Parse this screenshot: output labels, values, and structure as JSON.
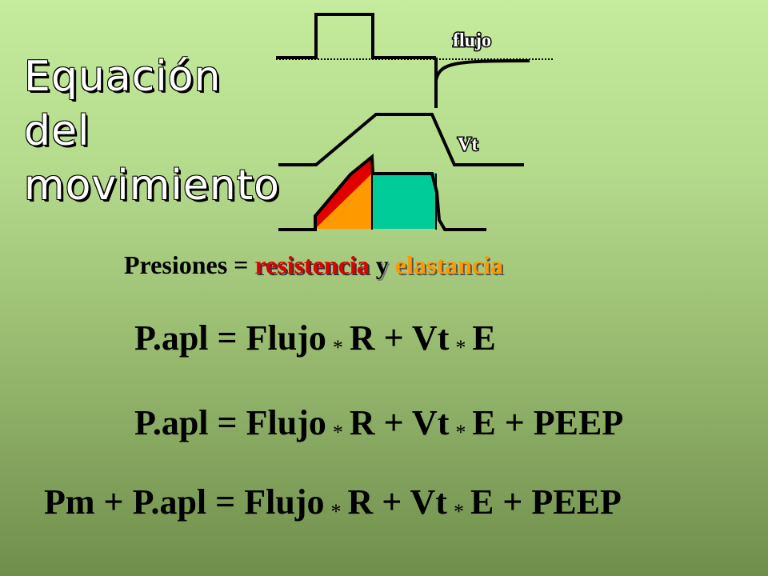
{
  "title_lines": [
    "Equación",
    "del",
    "movimiento"
  ],
  "waveform_labels": {
    "flow": "flujo",
    "volume": "Vt"
  },
  "colors": {
    "resistance": "#e00000",
    "elastance": "#ff9900",
    "plateau": "#00cc99"
  },
  "presiones_line": {
    "lhs": "Presiones",
    "equals": "=",
    "resistance": "resistencia",
    "conj": "y",
    "elastance": "elastancia"
  },
  "equations": [
    {
      "lhs": "P.apl",
      "equals": "=",
      "flow": "Flujo",
      "star1": "*",
      "r_term": "R + Vt",
      "star2": "*",
      "e_term": "E",
      "peep": ""
    },
    {
      "lhs": "P.apl",
      "equals": "=",
      "flow": "Flujo",
      "star1": "*",
      "r_term": "R + Vt",
      "star2": "*",
      "e_term": "E",
      "peep": "+ PEEP"
    },
    {
      "lhs": "Pm + P.apl",
      "equals": "=",
      "flow": "Flujo",
      "star1": "*",
      "r_term": "R + Vt",
      "star2": "*",
      "e_term": "E",
      "peep": "+ PEEP"
    }
  ]
}
